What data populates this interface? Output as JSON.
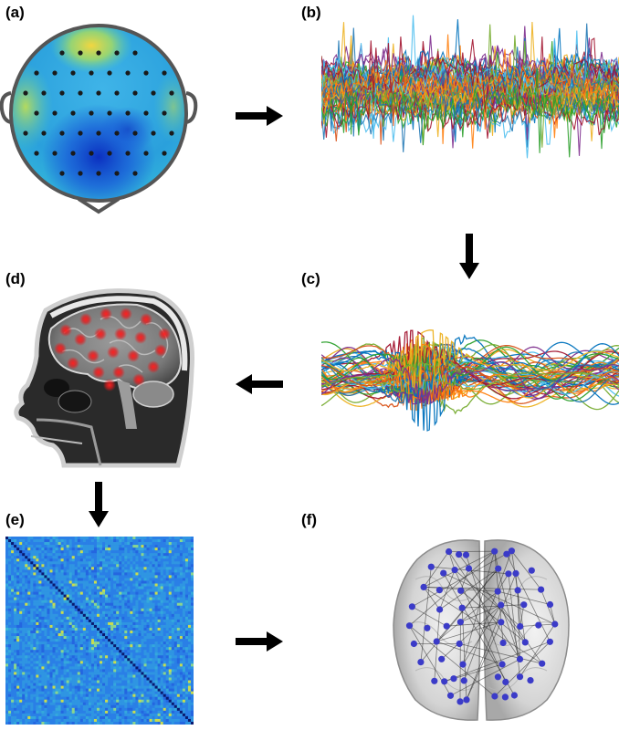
{
  "panels": {
    "a": {
      "label": "(a)"
    },
    "b": {
      "label": "(b)"
    },
    "c": {
      "label": "(c)"
    },
    "d": {
      "label": "(d)"
    },
    "e": {
      "label": "(e)"
    },
    "f": {
      "label": "(f)"
    }
  },
  "colors": {
    "arrow": "#000000",
    "head_outline": "#555555",
    "electrode_dot": "#1a1a1a",
    "mri_marker": "#e41a1c",
    "brain_node": "#3b3bc8",
    "signal_palette": [
      "#0072bd",
      "#d95319",
      "#edb120",
      "#7e2f8e",
      "#77ac30",
      "#4dbeee",
      "#a2142f",
      "#1f77b4",
      "#ff7f0e",
      "#2ca02c"
    ]
  }
}
